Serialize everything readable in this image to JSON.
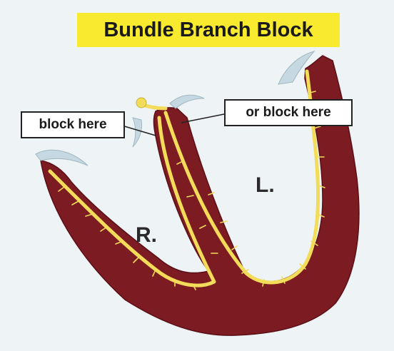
{
  "title": "Bundle Branch Block",
  "callouts": {
    "left": "block here",
    "right": "or block here"
  },
  "chambers": {
    "right": "R.",
    "left": "L."
  },
  "colors": {
    "title_bg": "#f8ea2e",
    "myocardium": "#7c1c22",
    "conduction": "#f2dc5a",
    "valve": "#c6d9e2",
    "background": "#eef3f5"
  }
}
